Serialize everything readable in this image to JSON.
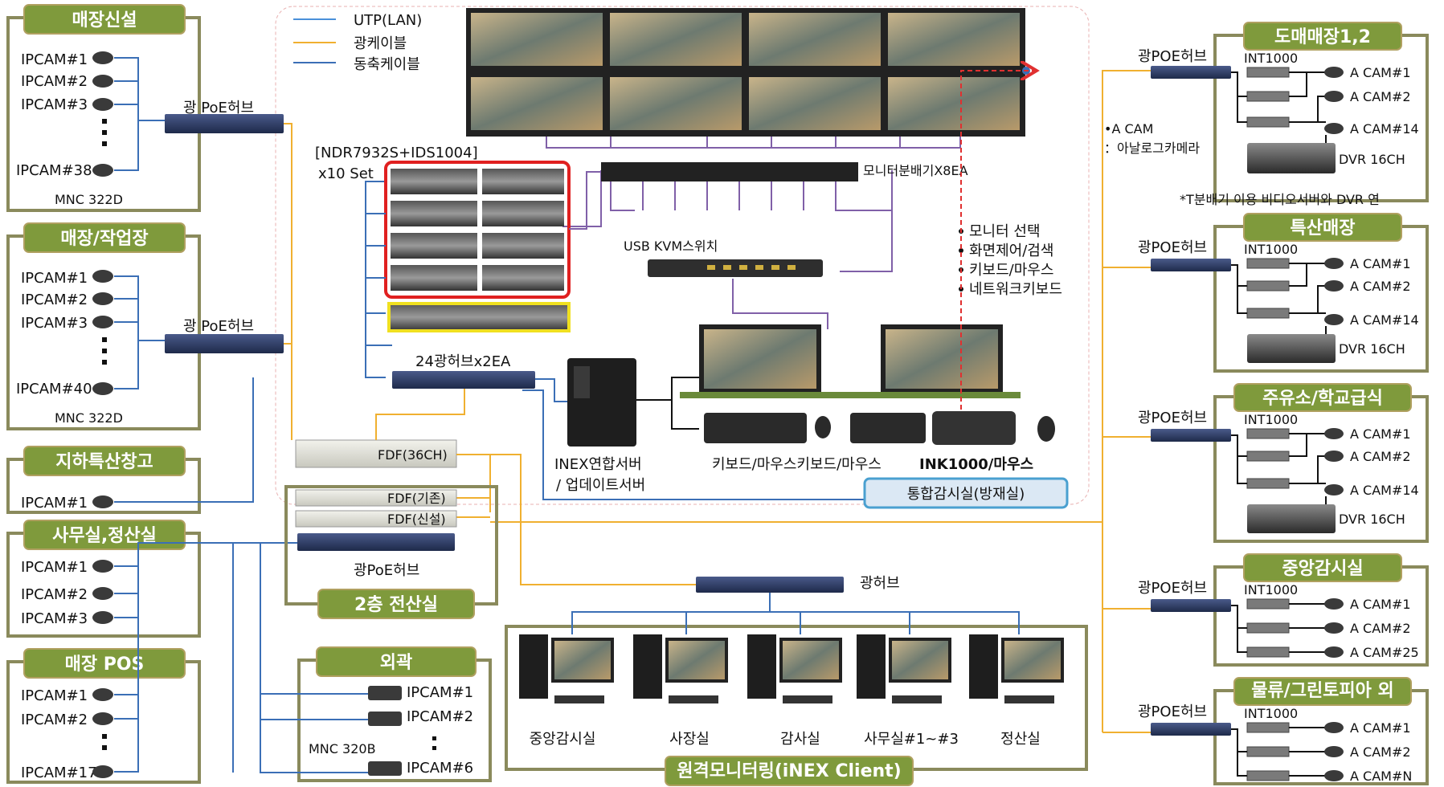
{
  "legend": {
    "utp": "UTP(LAN)",
    "fiber": "광케이블",
    "coax": "동축케이블"
  },
  "left_groups": [
    {
      "title": "매장신설",
      "cams": [
        "IPCAM#1",
        "IPCAM#2",
        "IPCAM#3",
        "IPCAM#38"
      ],
      "model": "MNC 322D",
      "hub": "광 PoE허브"
    },
    {
      "title": "매장/작업장",
      "cams": [
        "IPCAM#1",
        "IPCAM#2",
        "IPCAM#3",
        "IPCAM#40"
      ],
      "model": "MNC 322D",
      "hub": "광 PoE허브"
    },
    {
      "title": "지하특산창고",
      "cams": [
        "IPCAM#1"
      ]
    },
    {
      "title": "사무실,정산실",
      "cams": [
        "IPCAM#1",
        "IPCAM#2",
        "IPCAM#3"
      ]
    },
    {
      "title": "매장 POS",
      "cams": [
        "IPCAM#1",
        "IPCAM#2",
        "IPCAM#17"
      ]
    }
  ],
  "center": {
    "server_label_1": "[NDR7932S+IDS1004]",
    "server_label_2": "x10 Set",
    "monitor_splitter": "모니터분배기X8EA",
    "kvm": "USB KVM스위치",
    "hub24": "24광허브x2EA",
    "fdf36": "FDF(36CH)",
    "inex_server_1": "INEX연합서버",
    "inex_server_2": "/ 업데이트서버",
    "keyboard_labels": "키보드/마우스키보드/마우스",
    "ink_label": "INK1000/마우스",
    "control_room": "통합감시실(방재실)",
    "bullets": [
      "모니터 선택",
      "화면제어/검색",
      "키보드/마우스",
      "네트워크키보드"
    ]
  },
  "server_room": {
    "fdf_old": "FDF(기존)",
    "fdf_new": "FDF(신설)",
    "hub": "광PoE허브",
    "title": "2층 전산실"
  },
  "outdoor": {
    "title": "외곽",
    "cams": [
      "IPCAM#1",
      "IPCAM#2",
      "IPCAM#6"
    ],
    "model": "MNC 320B"
  },
  "remote": {
    "hub": "광허브",
    "rooms": [
      "중앙감시실",
      "사장실",
      "감사실",
      "사무실#1~#3",
      "정산실"
    ],
    "title": "원격모니터링(iNEX Client)"
  },
  "right_groups": [
    {
      "title": "도매매장1,2",
      "hub": "광POE허브",
      "int": "INT1000",
      "cams": [
        "A CAM#1",
        "A CAM#2",
        "A CAM#14"
      ],
      "dvr": "DVR 16CH"
    },
    {
      "title": "특산매장",
      "hub": "광POE허브",
      "int": "INT1000",
      "cams": [
        "A CAM#1",
        "A CAM#2",
        "A CAM#14"
      ],
      "dvr": "DVR 16CH"
    },
    {
      "title": "주유소/학교급식",
      "hub": "광POE허브",
      "int": "INT1000",
      "cams": [
        "A CAM#1",
        "A CAM#2",
        "A CAM#14"
      ],
      "dvr": "DVR 16CH"
    },
    {
      "title": "중앙감시실",
      "hub": "광POE허브",
      "int": "INT1000",
      "cams": [
        "A CAM#1",
        "A CAM#2",
        "A CAM#25"
      ]
    },
    {
      "title": "물류/그린토피아 외",
      "hub": "광POE허브",
      "int": "INT1000",
      "cams": [
        "A CAM#1",
        "A CAM#2",
        "A CAM#N"
      ]
    }
  ],
  "notes": {
    "acam_1": "•A CAM",
    "acam_2": "：아날로그카메라",
    "t_splitter": "*T분배기 이용 비디오서버와 DVR 연"
  },
  "colors": {
    "tag": "#7f9a3c",
    "tag_border": "#b0a060",
    "box_border": "#8a8a5c",
    "utp": "#4a90d9",
    "fiber": "#f0b030",
    "coax": "#3b6fb6",
    "video": "#8060a8",
    "red": "#e03030"
  }
}
